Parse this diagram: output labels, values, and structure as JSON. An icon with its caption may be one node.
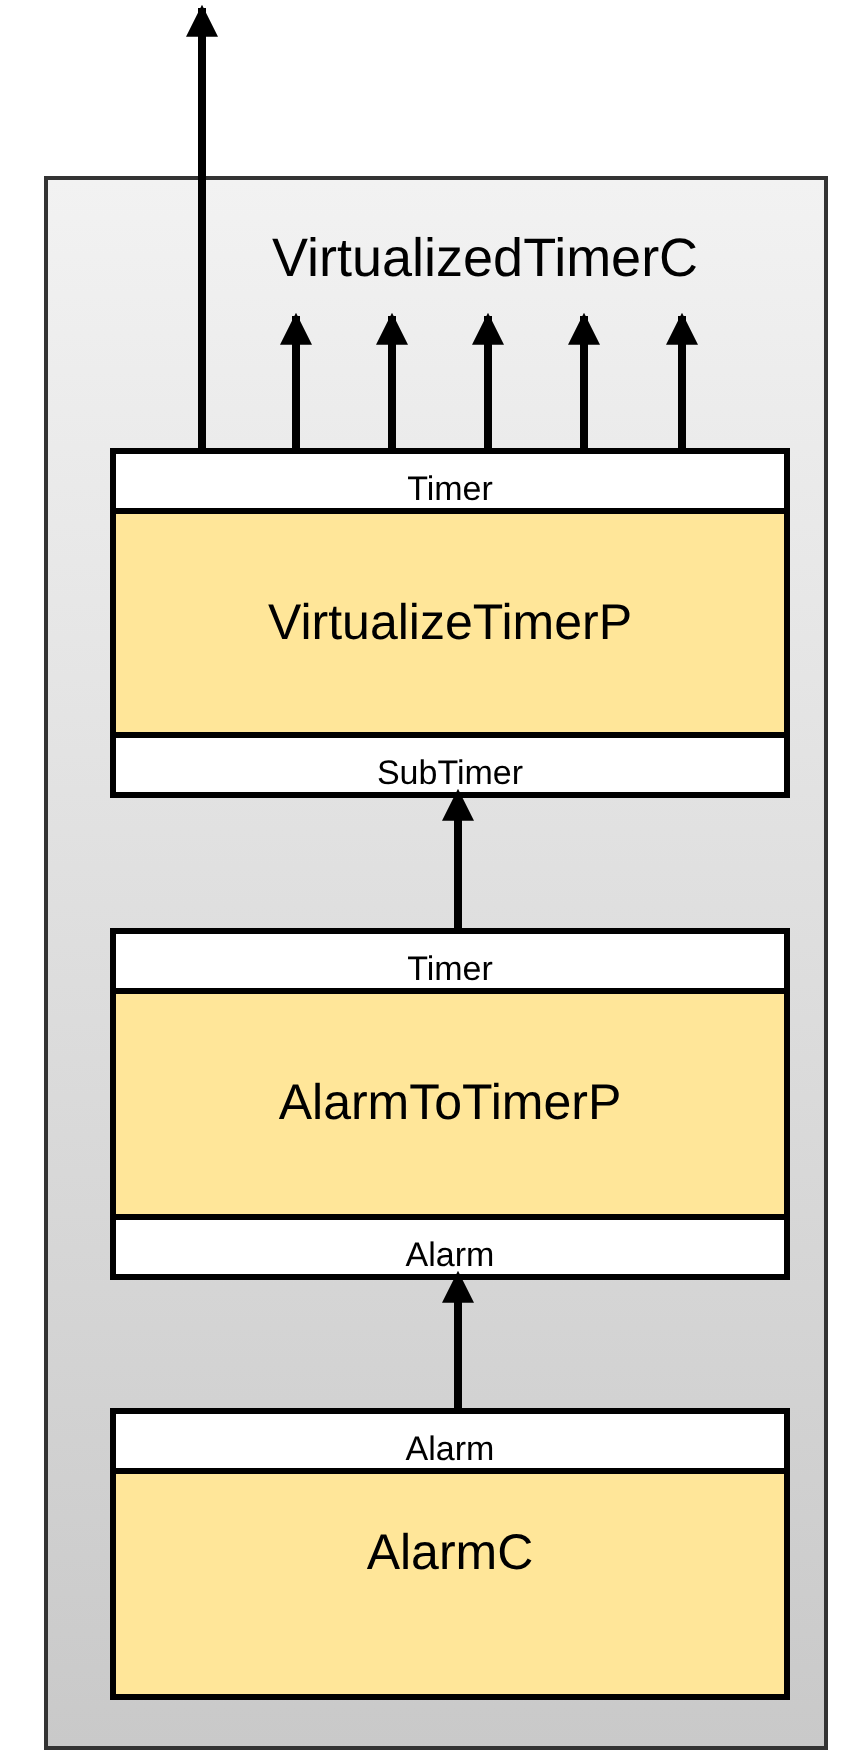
{
  "diagram": {
    "nodes": [
      {
        "text": [
          "VirtualizedTimerC"
        ]
      },
      {
        "text": [
          "VirtualizeTimerP"
        ],
        "in": 0
      },
      {
        "text": [
          "Timer"
        ],
        "in": 1
      },
      {
        "text": [
          "SubTimer"
        ],
        "in": 1
      },
      {
        "text": [
          "AlarmToTimerP"
        ],
        "in": 0
      },
      {
        "text": [
          "Timer"
        ],
        "in": 4
      },
      {
        "text": [
          "Alarm"
        ],
        "in": 4
      },
      {
        "text": [
          "AlarmC"
        ],
        "in": 0
      },
      {
        "text": [
          "Alarm"
        ],
        "in": 7
      }
    ],
    "edges": [
      {
        "from": 2,
        "to": null,
        "arrow": "to"
      },
      {
        "from": 2,
        "to": null,
        "arrow": "to"
      },
      {
        "from": 2,
        "to": null,
        "arrow": "to"
      },
      {
        "from": 2,
        "to": null,
        "arrow": "to"
      },
      {
        "from": 2,
        "to": null,
        "arrow": "to"
      },
      {
        "from": 2,
        "to": null,
        "arrow": "to"
      },
      {
        "from": 5,
        "to": 3,
        "arrow": "to"
      },
      {
        "from": 8,
        "to": 6,
        "arrow": "to"
      }
    ]
  }
}
